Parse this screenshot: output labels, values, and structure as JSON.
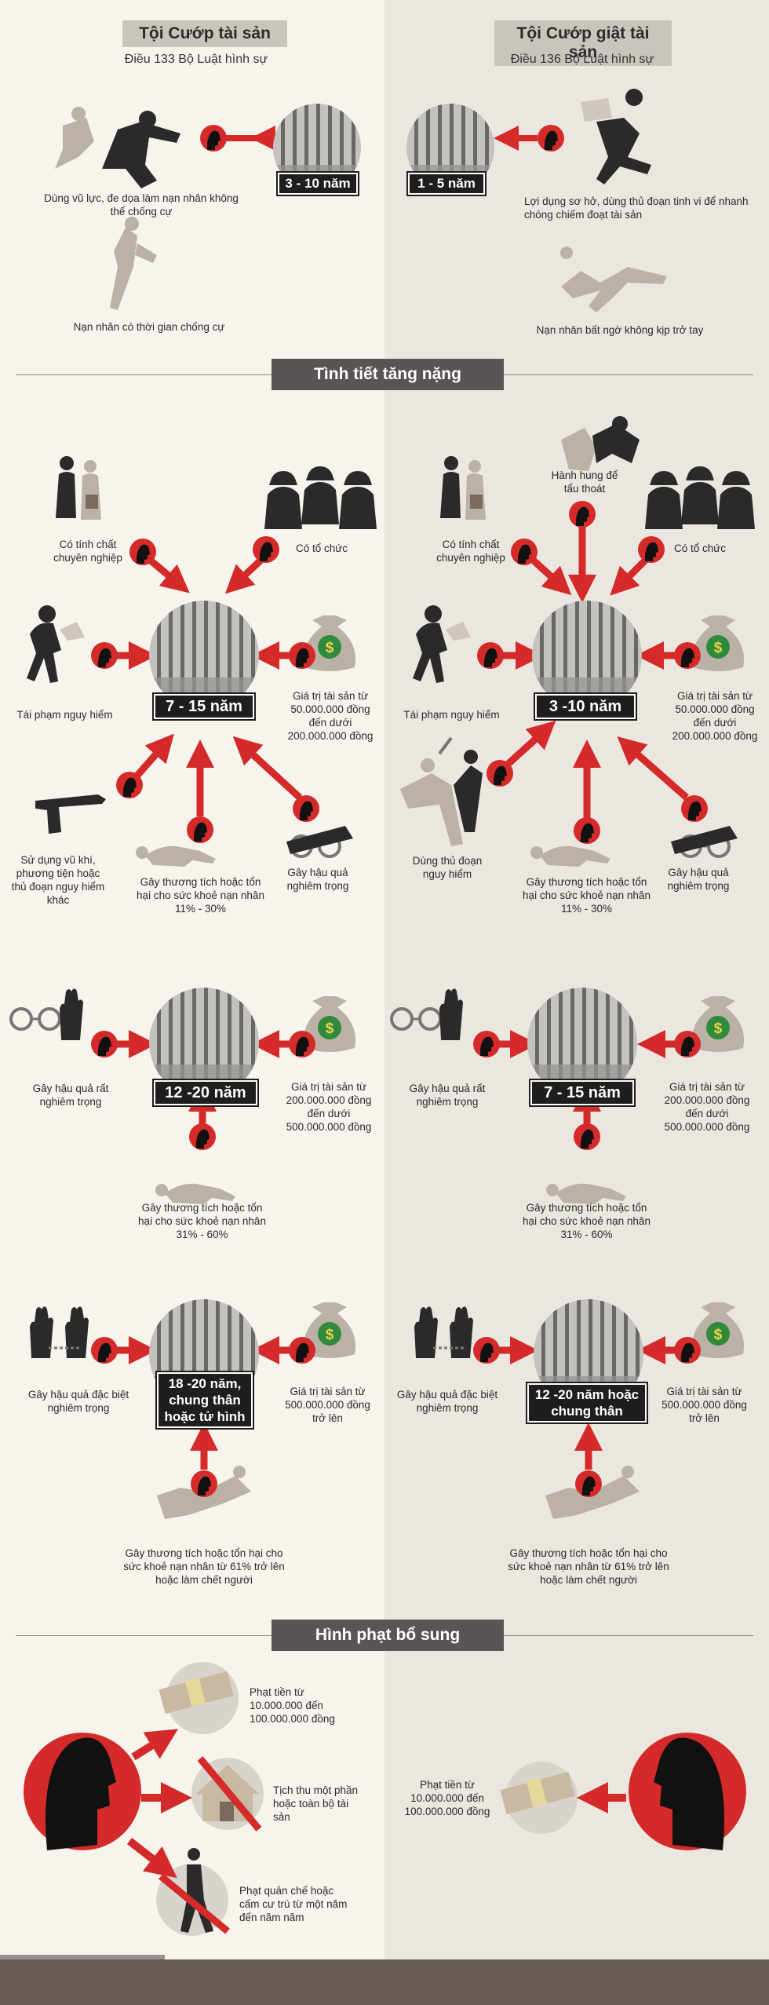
{
  "left": {
    "title": "Tội Cướp tài sản",
    "article": "Điều 133 Bộ Luật hình sự",
    "base_sentence": "3 - 10 năm",
    "desc1": "Dùng vũ lực, đe dọa làm nạn nhân không thể chống cự",
    "desc2": "Nạn nhân có thời gian chống cự",
    "g1": {
      "sentence": "7 - 15 năm",
      "pro": "Có tính chất chuyên nghiệp",
      "org": "Có tổ chức",
      "repeat": "Tái phạm nguy hiểm",
      "value": "Giá trị tài sản từ 50.000.000 đồng đến dưới 200.000.000 đồng",
      "weapon": "Sử dụng vũ khí, phương tiện hoặc thủ đoạn nguy hiểm khác",
      "injury": "Gây thương tích hoặc tổn hại cho sức khoẻ nạn nhân 11% - 30%",
      "consequence": "Gây hậu quả nghiêm trọng"
    },
    "g2": {
      "sentence": "12 -20 năm",
      "consequence": "Gây hậu quả rất nghiêm trọng",
      "value": "Giá trị tài sản từ 200.000.000 đồng đến dưới 500.000.000 đồng",
      "injury": "Gây thương tích hoặc tổn hại cho sức khoẻ nạn nhân 31% - 60%"
    },
    "g3": {
      "sentence": "18 -20 năm, chung thân hoặc tử hình",
      "consequence": "Gây hậu quả đặc biệt nghiêm trọng",
      "value": "Giá trị tài sản từ 500.000.000 đồng trở lên",
      "injury": "Gây thương tích hoặc tổn hại cho sức khoẻ nạn nhân từ 61% trở lên hoặc làm chết người"
    },
    "extra": {
      "fine": "Phạt tiền từ 10.000.000 đến 100.000.000 đồng",
      "confiscate": "Tịch thu một phần hoặc toàn bộ tài sản",
      "probation": "Phạt quản chế hoặc cấm cư trú từ một năm đến năm năm"
    }
  },
  "right": {
    "title": "Tội Cướp giật tài sản",
    "article": "Điều 136 Bộ Luật hình sự",
    "base_sentence": "1 - 5 năm",
    "desc1": "Lợi dụng sơ hở, dùng thủ đoạn tinh vi để nhanh chóng chiếm đoạt tài sản",
    "desc2": "Nạn nhân bất ngờ không kịp trở tay",
    "g1": {
      "sentence": "3 -10 năm",
      "assault": "Hành hung để tẩu thoát",
      "pro": "Có tính chất chuyên nghiệp",
      "org": "Có tổ chức",
      "repeat": "Tái phạm nguy hiểm",
      "value": "Giá trị tài sản từ 50.000.000 đồng đến dưới 200.000.000 đồng",
      "danger": "Dùng thủ đoạn nguy hiểm",
      "injury": "Gây thương tích hoặc tổn hại cho sức khoẻ nạn nhân 11% - 30%",
      "consequence": "Gây hậu quả nghiêm trọng"
    },
    "g2": {
      "sentence": "7 - 15 năm",
      "consequence": "Gây hậu quả rất nghiêm trọng",
      "value": "Giá trị tài sản từ 200.000.000 đồng đến dưới 500.000.000 đồng",
      "injury": "Gây thương tích hoặc tổn hại cho sức khoẻ nạn nhân 31% - 60%"
    },
    "g3": {
      "sentence": "12 -20 năm hoặc chung thân",
      "consequence": "Gây hậu quả đặc biệt nghiêm trọng",
      "value": "Giá trị tài sản từ 500.000.000 đồng trở lên",
      "injury": "Gây thương tích hoặc tổn hại cho sức khoẻ nạn nhân từ 61% trở lên hoặc làm chết người"
    },
    "extra": {
      "fine": "Phạt tiền từ 10.000.000 đến 100.000.000 đồng"
    }
  },
  "banners": {
    "aggravating": "Tình tiết tăng nặng",
    "supplementary": "Hình phạt bổ sung"
  },
  "colors": {
    "red": "#d42a2a",
    "dark": "#2e2e2e",
    "grey": "#b5aca3"
  }
}
